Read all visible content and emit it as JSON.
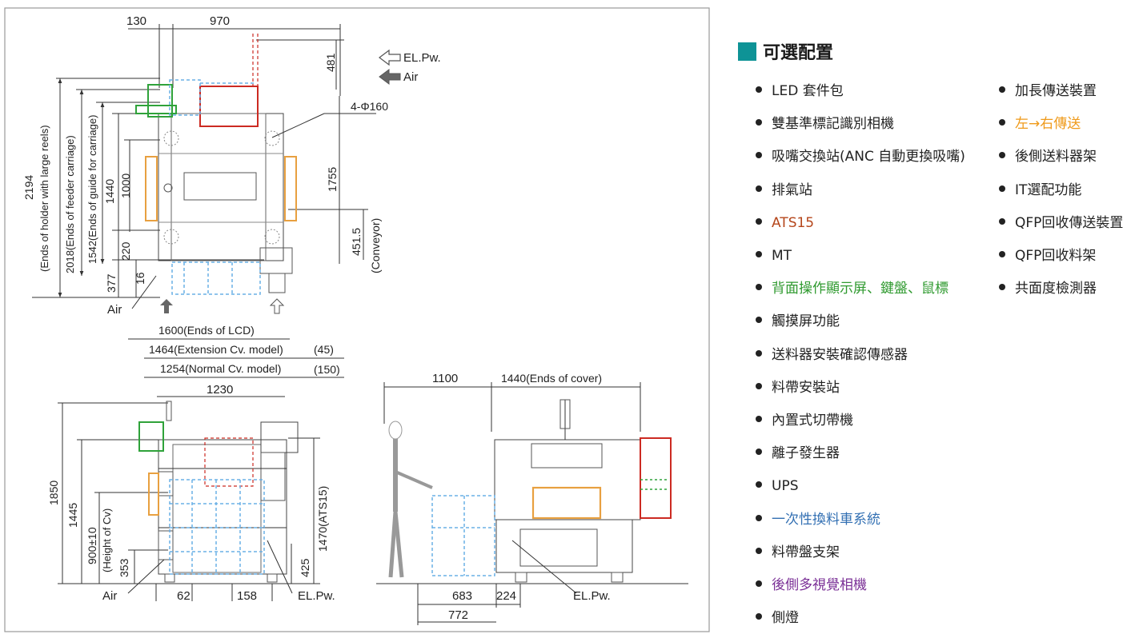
{
  "colors": {
    "title_square": "#0e9396",
    "drawing_border": "#9a9a9a",
    "blue_dash": "#6ab0e6",
    "red_unit": "#cc2a22",
    "orange_cover": "#e8a040",
    "green_unit": "#2fa23a"
  },
  "options": {
    "title": "可選配置",
    "left_items": [
      {
        "text": "LED 套件包",
        "color": ""
      },
      {
        "text": "雙基準標記識別相機",
        "color": ""
      },
      {
        "text": "吸嘴交換站(ANC 自動更換吸嘴)",
        "color": ""
      },
      {
        "text": "排氣站",
        "color": ""
      },
      {
        "text": "ATS15",
        "color": "red"
      },
      {
        "text": "MT",
        "color": ""
      },
      {
        "text": "背面操作顯示屏、鍵盤、鼠標",
        "color": "green"
      },
      {
        "text": "觸摸屏功能",
        "color": ""
      },
      {
        "text": "送料器安裝確認傳感器",
        "color": ""
      },
      {
        "text": "料帶安裝站",
        "color": ""
      },
      {
        "text": "內置式切帶機",
        "color": ""
      },
      {
        "text": "離子發生器",
        "color": ""
      },
      {
        "text": "UPS",
        "color": ""
      },
      {
        "text": "一次性換料車系統",
        "color": "blue"
      },
      {
        "text": "料帶盤支架",
        "color": ""
      },
      {
        "text": "後側多視覺相機",
        "color": "purple"
      },
      {
        "text": "側燈",
        "color": ""
      }
    ],
    "right_items": [
      {
        "text": "加長傳送裝置",
        "color": ""
      },
      {
        "text": "左→右傳送",
        "color": "orange"
      },
      {
        "text": "後側送料器架",
        "color": ""
      },
      {
        "text": "IT選配功能",
        "color": ""
      },
      {
        "text": "QFP回收傳送裝置",
        "color": ""
      },
      {
        "text": "QFP回收料架",
        "color": ""
      },
      {
        "text": "共面度檢測器",
        "color": ""
      }
    ]
  },
  "drawing": {
    "top_view": {
      "dim_130": "130",
      "dim_970": "970",
      "dim_481": "481",
      "legend_elpw": "EL.Pw.",
      "legend_air": "Air",
      "hole_label": "4-Φ160",
      "dim_2194": "2194",
      "note_2194": "(Ends of holder with large reels)",
      "dim_2018": "2018(Ends of feeder carriage)",
      "dim_1542": "1542(Ends of guide for carriage)",
      "dim_1440": "1440",
      "dim_1000": "1000",
      "dim_220": "220",
      "dim_377": "377",
      "dim_16": "16",
      "dim_1755": "1755",
      "dim_451": "451.5",
      "note_conveyor": "(Conveyor)",
      "air_label": "Air"
    },
    "front_view": {
      "dim_1600": "1600(Ends of LCD)",
      "dim_1464": "1464(Extension Cv. model)",
      "dim_45": "(45)",
      "dim_1254": "1254(Normal Cv. model)",
      "dim_150": "(150)",
      "dim_1230": "1230",
      "dim_1850": "1850",
      "dim_1445": "1445",
      "dim_900": "900±10",
      "note_cv": "(Height of Cv)",
      "dim_353": "353",
      "dim_1470": "1470(ATS15)",
      "dim_425": "425",
      "air_label": "Air",
      "dim_62": "62",
      "dim_158": "158",
      "elpw_label": "EL.Pw."
    },
    "side_view": {
      "dim_1100": "1100",
      "dim_1440": "1440(Ends of cover)",
      "dim_683": "683",
      "dim_224": "224",
      "dim_772": "772",
      "elpw_label": "EL.Pw."
    }
  }
}
